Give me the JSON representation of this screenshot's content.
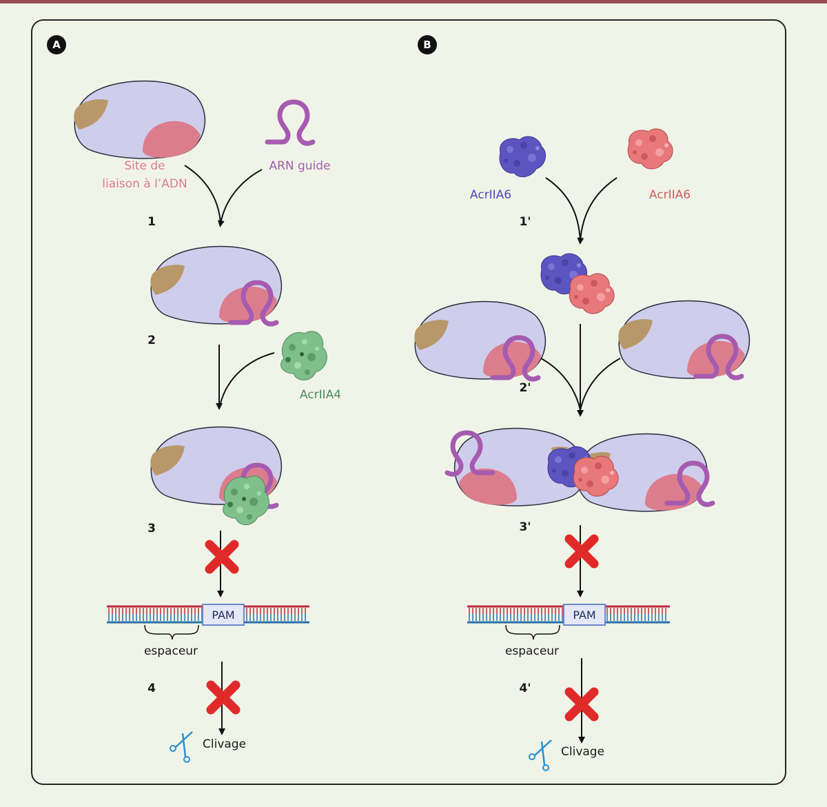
{
  "colors": {
    "top_bar": "#9a4a55",
    "background": "#f0f4e8",
    "cas9_body": "#cfcdec",
    "brown_lobe": "#b8986a",
    "dna_binding_site": "#dc7d8d",
    "guide_rna": "#a65bb0",
    "acriia4": "#7fbf8c",
    "acriia6_blue": "#5d55bf",
    "acriia6_red": "#e8787a",
    "dna_top_strand": "#c0283a",
    "dna_bottom_strand": "#2a6fa8",
    "block_cross": "#e02a2a",
    "scissors": "#2a8fd0"
  },
  "panel_a": {
    "letter": "A",
    "label_dna_site_line1": "Site de",
    "label_dna_site_line2": "liaison à l’ADN",
    "label_guide": "ARN guide",
    "label_acriia4": "AcrIIA4",
    "step1": "1",
    "step2": "2",
    "step3": "3",
    "step4": "4",
    "pam": "PAM",
    "espaceur": "espaceur",
    "clivage": "Clivage"
  },
  "panel_b": {
    "letter": "B",
    "label_acr_blue": "AcrIIA6",
    "label_acr_red": "AcrIIA6",
    "step1": "1'",
    "step2": "2'",
    "step3": "3'",
    "step4": "4'",
    "pam": "PAM",
    "espaceur": "espaceur",
    "clivage": "Clivage"
  },
  "icons": [
    "scissors-icon",
    "block-cross-icon",
    "arrow-down-icon",
    "guide-rna-loop-icon"
  ]
}
